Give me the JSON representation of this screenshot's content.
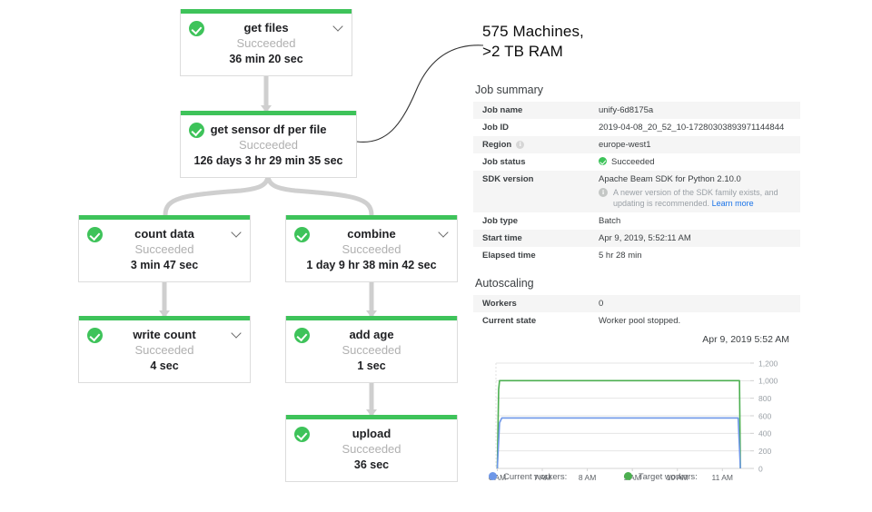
{
  "graph": {
    "nodes": [
      {
        "id": "get-files",
        "title": "get files",
        "status": "Succeeded",
        "duration": "36 min 20 sec",
        "chevron": true
      },
      {
        "id": "get-sensor-df-per-file",
        "title": "get sensor df per file",
        "status": "Succeeded",
        "duration": "126 days 3 hr 29 min 35 sec",
        "chevron": false
      },
      {
        "id": "count-data",
        "title": "count data",
        "status": "Succeeded",
        "duration": "3 min 47 sec",
        "chevron": true
      },
      {
        "id": "combine",
        "title": "combine",
        "status": "Succeeded",
        "duration": "1 day 9 hr 38 min 42 sec",
        "chevron": true
      },
      {
        "id": "write-count",
        "title": "write count",
        "status": "Succeeded",
        "duration": "4 sec",
        "chevron": true
      },
      {
        "id": "add-age",
        "title": "add age",
        "status": "Succeeded",
        "duration": "1 sec",
        "chevron": false
      },
      {
        "id": "upload",
        "title": "upload",
        "status": "Succeeded",
        "duration": "36 sec",
        "chevron": false
      }
    ],
    "success_color": "#3ec35a"
  },
  "callout": {
    "line1": "575 Machines,",
    "line2": ">2 TB RAM"
  },
  "job_summary": {
    "heading": "Job summary",
    "rows": [
      {
        "key": "Job name",
        "value": "unify-6d8175a"
      },
      {
        "key": "Job ID",
        "value": "2019-04-08_20_52_10-17280303893971144844"
      },
      {
        "key": "Region",
        "value": "europe-west1",
        "info": true
      },
      {
        "key": "Job status",
        "value": "Succeeded",
        "status_icon": true
      },
      {
        "key": "SDK version",
        "value": "Apache Beam SDK for Python 2.10.0",
        "note": "A newer version of the SDK family exists, and updating is recommended.",
        "note_link": "Learn more"
      },
      {
        "key": "Job type",
        "value": "Batch"
      },
      {
        "key": "Start time",
        "value": "Apr 9, 2019, 5:52:11 AM"
      },
      {
        "key": "Elapsed time",
        "value": "5 hr 28 min"
      }
    ]
  },
  "autoscaling": {
    "heading": "Autoscaling",
    "rows": [
      {
        "key": "Workers",
        "value": "0"
      },
      {
        "key": "Current state",
        "value": "Worker pool stopped."
      }
    ]
  },
  "chart_data": {
    "type": "line",
    "title": "Apr 9, 2019 5:52 AM",
    "xlabel": "",
    "ylabel": "",
    "ylim": [
      0,
      1200
    ],
    "yticks": [
      0,
      200,
      400,
      600,
      800,
      1000,
      1200
    ],
    "ytick_labels": [
      "0",
      "200",
      "400",
      "600",
      "800",
      "1,000",
      "1,200"
    ],
    "xticks": [
      "6 AM",
      "7 AM",
      "8 AM",
      "9 AM",
      "10 AM",
      "11 AM"
    ],
    "grid": true,
    "legend_position": "bottom",
    "series": [
      {
        "name": "Current workers:",
        "color": "#6e97e8",
        "x": [
          6.0,
          6.05,
          6.1,
          11.35,
          11.4
        ],
        "values": [
          0,
          520,
          575,
          575,
          0
        ]
      },
      {
        "name": "Target workers:",
        "color": "#4caf50",
        "x": [
          6.0,
          6.03,
          6.05,
          11.38,
          11.4
        ],
        "values": [
          0,
          900,
          1000,
          1000,
          0
        ]
      }
    ]
  }
}
